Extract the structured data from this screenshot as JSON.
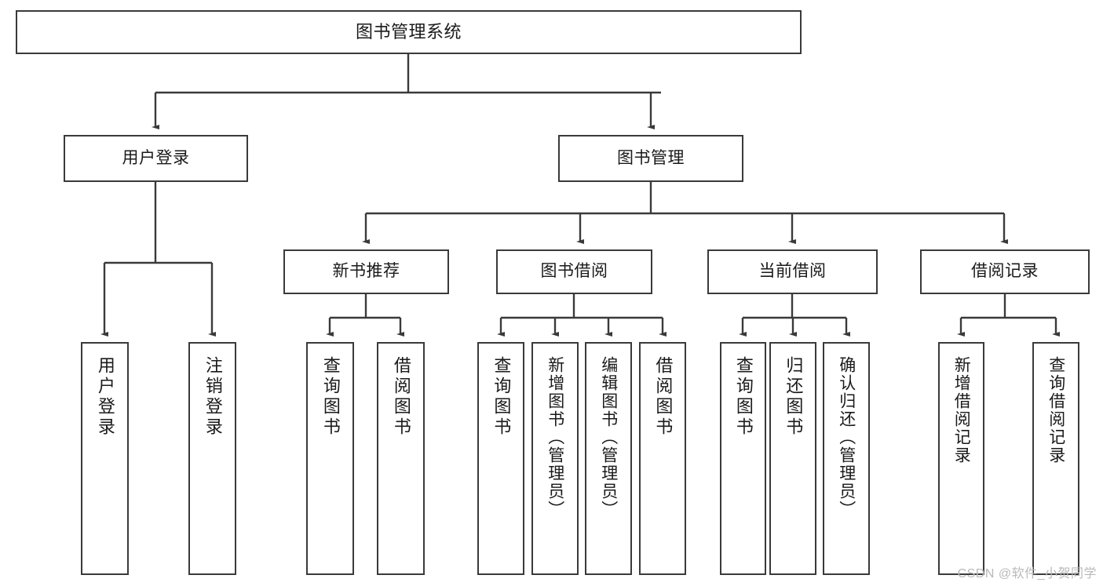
{
  "diagram": {
    "title": "图书管理系统",
    "type": "tree",
    "watermark": "CSDN @软件_小贺同学",
    "colors": {
      "node_border": "#3a3a3a",
      "node_fill": "#ffffff",
      "edge": "#3a3a3a",
      "text": "#1a1a1a",
      "watermark": "#b9b9b9"
    },
    "nodes": {
      "root": {
        "label": "图书管理系统"
      },
      "level2": [
        {
          "id": "user_login",
          "label": "用户登录"
        },
        {
          "id": "book_manage",
          "label": "图书管理"
        }
      ],
      "level3": [
        {
          "id": "new_book_rec",
          "label": "新书推荐"
        },
        {
          "id": "book_borrow",
          "label": "图书借阅"
        },
        {
          "id": "current_borrow",
          "label": "当前借阅"
        },
        {
          "id": "borrow_record",
          "label": "借阅记录"
        }
      ],
      "leaves": [
        {
          "id": "leaf_user_login",
          "label": "用户登录",
          "parent": "user_login"
        },
        {
          "id": "leaf_logout",
          "label": "注销登录",
          "parent": "user_login"
        },
        {
          "id": "leaf_query_book_1",
          "label": "查询图书",
          "parent": "new_book_rec"
        },
        {
          "id": "leaf_borrow_book_1",
          "label": "借阅图书",
          "parent": "new_book_rec"
        },
        {
          "id": "leaf_query_book_2",
          "label": "查询图书",
          "parent": "book_borrow"
        },
        {
          "id": "leaf_add_book",
          "label": "新增图书（管理员）",
          "parent": "book_borrow"
        },
        {
          "id": "leaf_edit_book",
          "label": "编辑图书（管理员）",
          "parent": "book_borrow"
        },
        {
          "id": "leaf_borrow_book_2",
          "label": "借阅图书",
          "parent": "book_borrow"
        },
        {
          "id": "leaf_query_book_3",
          "label": "查询图书",
          "parent": "current_borrow"
        },
        {
          "id": "leaf_return_book",
          "label": "归还图书",
          "parent": "current_borrow"
        },
        {
          "id": "leaf_confirm_return",
          "label": "确认归还（管理员）",
          "parent": "current_borrow"
        },
        {
          "id": "leaf_add_record",
          "label": "新增借阅记录",
          "parent": "borrow_record"
        },
        {
          "id": "leaf_query_record",
          "label": "查询借阅记录",
          "parent": "borrow_record"
        }
      ]
    }
  }
}
